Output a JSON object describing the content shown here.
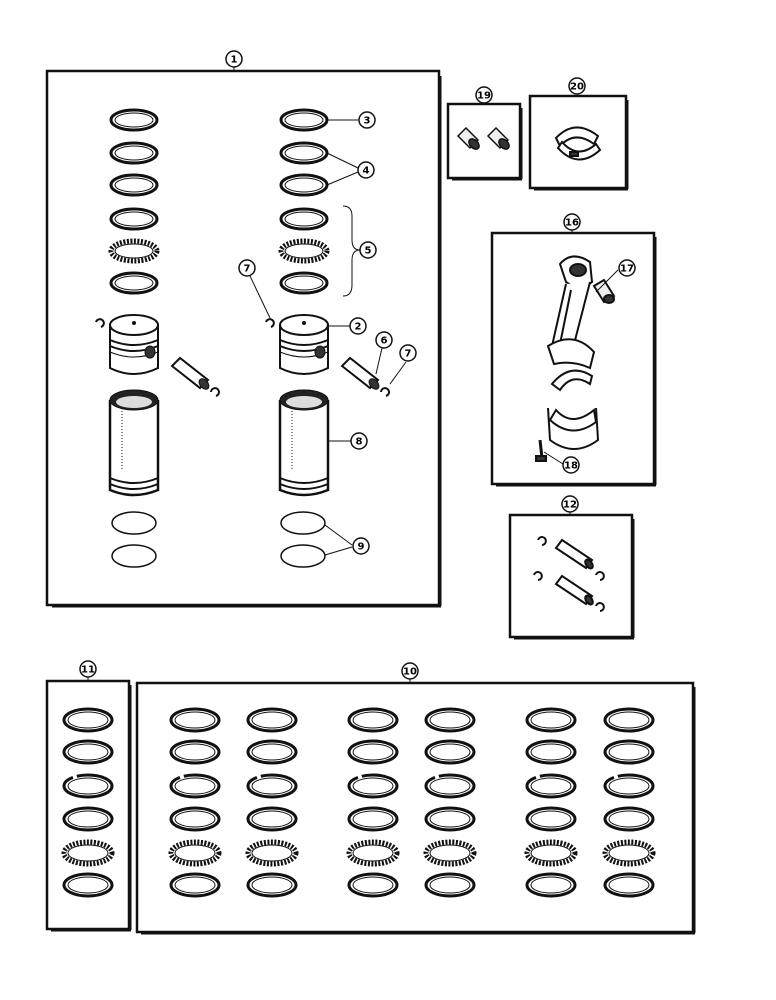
{
  "colors": {
    "ink": "#111111",
    "paper": "#ffffff",
    "metal": "#d8d8d8",
    "shadow": "#555555"
  },
  "callouts": {
    "c1": "1",
    "c2": "2",
    "c3": "3",
    "c4": "4",
    "c5": "5",
    "c6": "6",
    "c7a": "7",
    "c7b": "7",
    "c8": "8",
    "c9": "9",
    "c10": "10",
    "c11": "11",
    "c12": "12",
    "c16": "16",
    "c17": "17",
    "c18": "18",
    "c19": "19",
    "c20": "20"
  }
}
